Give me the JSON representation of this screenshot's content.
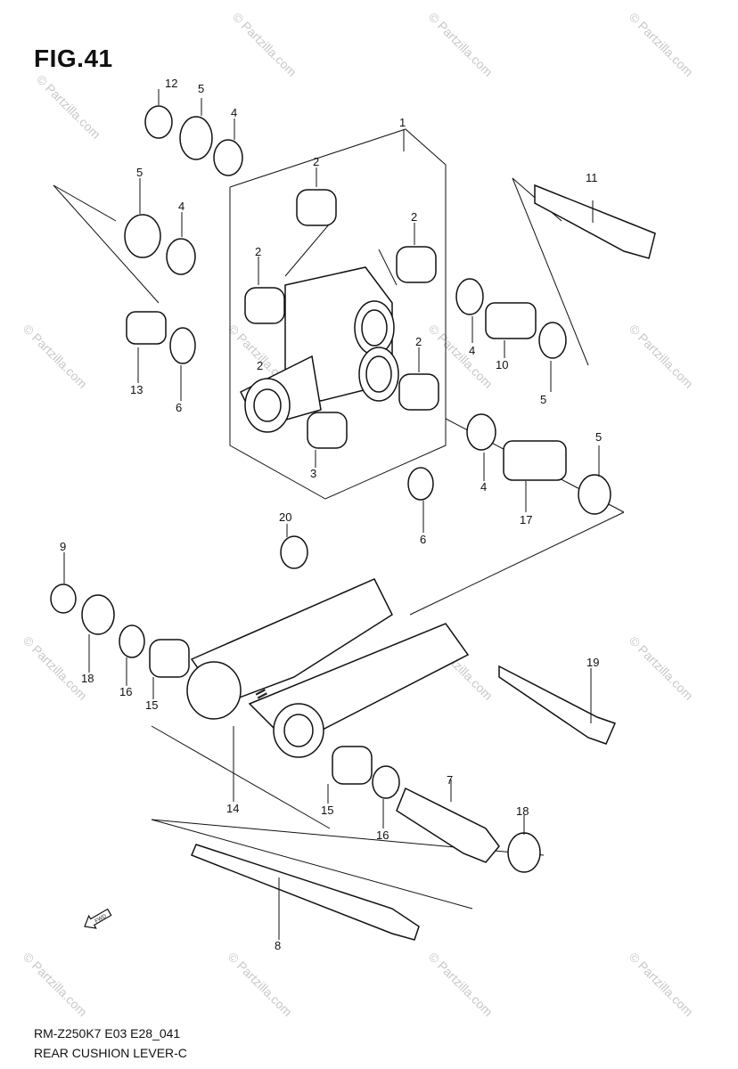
{
  "figure": {
    "title": "FIG.41"
  },
  "footer": {
    "model_code": "RM-Z250K7 E03 E28_041",
    "part_name": "REAR CUSHION LEVER-C"
  },
  "watermark": {
    "site": "© Partzilla.com",
    "center_site": "© Partzilla.com"
  },
  "fwd_arrow": {
    "label": "FWD"
  },
  "callouts": [
    {
      "number": "1"
    },
    {
      "number": "2"
    },
    {
      "number": "2"
    },
    {
      "number": "2"
    },
    {
      "number": "2"
    },
    {
      "number": "2"
    },
    {
      "number": "3"
    },
    {
      "number": "4"
    },
    {
      "number": "4"
    },
    {
      "number": "4"
    },
    {
      "number": "4"
    },
    {
      "number": "5"
    },
    {
      "number": "5"
    },
    {
      "number": "5"
    },
    {
      "number": "5"
    },
    {
      "number": "6"
    },
    {
      "number": "6"
    },
    {
      "number": "7"
    },
    {
      "number": "8"
    },
    {
      "number": "9"
    },
    {
      "number": "10"
    },
    {
      "number": "11"
    },
    {
      "number": "12"
    },
    {
      "number": "13"
    },
    {
      "number": "14"
    },
    {
      "number": "15"
    },
    {
      "number": "15"
    },
    {
      "number": "16"
    },
    {
      "number": "16"
    },
    {
      "number": "17"
    },
    {
      "number": "18"
    },
    {
      "number": "18"
    },
    {
      "number": "19"
    },
    {
      "number": "20"
    }
  ]
}
